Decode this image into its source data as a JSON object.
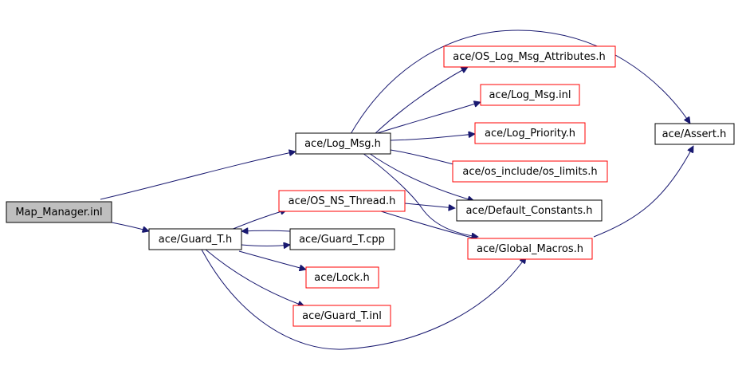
{
  "colors": {
    "edge": "#191970",
    "root_fill": "#bfbfbf",
    "border_black": "#000000",
    "border_red": "#ff0000",
    "background": "#ffffff"
  },
  "nodes": {
    "map_manager_inl": {
      "label": "Map_Manager.inl",
      "style": "root"
    },
    "log_msg_h": {
      "label": "ace/Log_Msg.h",
      "style": "black"
    },
    "guard_t_h": {
      "label": "ace/Guard_T.h",
      "style": "black"
    },
    "os_log_msg_attributes_h": {
      "label": "ace/OS_Log_Msg_Attributes.h",
      "style": "red"
    },
    "log_msg_inl": {
      "label": "ace/Log_Msg.inl",
      "style": "red"
    },
    "log_priority_h": {
      "label": "ace/Log_Priority.h",
      "style": "red"
    },
    "os_limits_h": {
      "label": "ace/os_include/os_limits.h",
      "style": "red"
    },
    "default_constants_h": {
      "label": "ace/Default_Constants.h",
      "style": "black"
    },
    "global_macros_h": {
      "label": "ace/Global_Macros.h",
      "style": "red"
    },
    "assert_h": {
      "label": "ace/Assert.h",
      "style": "black"
    },
    "os_ns_thread_h": {
      "label": "ace/OS_NS_Thread.h",
      "style": "red"
    },
    "guard_t_cpp": {
      "label": "ace/Guard_T.cpp",
      "style": "black"
    },
    "lock_h": {
      "label": "ace/Lock.h",
      "style": "red"
    },
    "guard_t_inl": {
      "label": "ace/Guard_T.inl",
      "style": "red"
    }
  },
  "edges": [
    [
      "map_manager_inl",
      "log_msg_h"
    ],
    [
      "map_manager_inl",
      "guard_t_h"
    ],
    [
      "log_msg_h",
      "os_log_msg_attributes_h"
    ],
    [
      "log_msg_h",
      "log_msg_inl"
    ],
    [
      "log_msg_h",
      "log_priority_h"
    ],
    [
      "log_msg_h",
      "os_limits_h"
    ],
    [
      "log_msg_h",
      "default_constants_h"
    ],
    [
      "log_msg_h",
      "global_macros_h"
    ],
    [
      "log_msg_h",
      "assert_h"
    ],
    [
      "global_macros_h",
      "assert_h"
    ],
    [
      "guard_t_h",
      "os_ns_thread_h"
    ],
    [
      "guard_t_h",
      "guard_t_cpp"
    ],
    [
      "guard_t_cpp",
      "guard_t_h"
    ],
    [
      "guard_t_h",
      "lock_h"
    ],
    [
      "guard_t_h",
      "guard_t_inl"
    ],
    [
      "guard_t_h",
      "global_macros_h"
    ],
    [
      "os_ns_thread_h",
      "default_constants_h"
    ],
    [
      "os_ns_thread_h",
      "global_macros_h"
    ]
  ]
}
